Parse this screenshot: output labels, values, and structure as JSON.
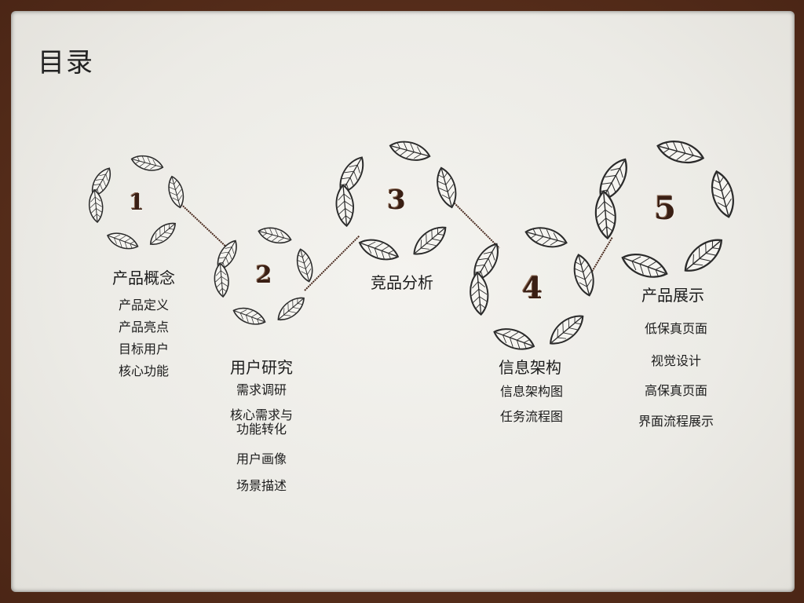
{
  "page": {
    "title": "目录"
  },
  "sections": [
    {
      "number": "1",
      "title": "产品概念",
      "items": [
        "产品定义",
        "产品亮点",
        "目标用户",
        "核心功能"
      ]
    },
    {
      "number": "2",
      "title": "用户研究",
      "items": [
        "需求调研",
        "核心需求与\n功能转化",
        "用户画像",
        "场景描述"
      ]
    },
    {
      "number": "3",
      "title": "竞品分析",
      "items": []
    },
    {
      "number": "4",
      "title": "信息架构",
      "items": [
        "信息架构图",
        "任务流程图"
      ]
    },
    {
      "number": "5",
      "title": "产品展示",
      "items": [
        "低保真页面",
        "视觉设计",
        "高保真页面",
        "界面流程展示"
      ]
    }
  ],
  "colors": {
    "frame": "#5a2f1c",
    "number": "#3a1f14",
    "connector": "#4a2a1e",
    "leaf": "#2a2a2a"
  }
}
